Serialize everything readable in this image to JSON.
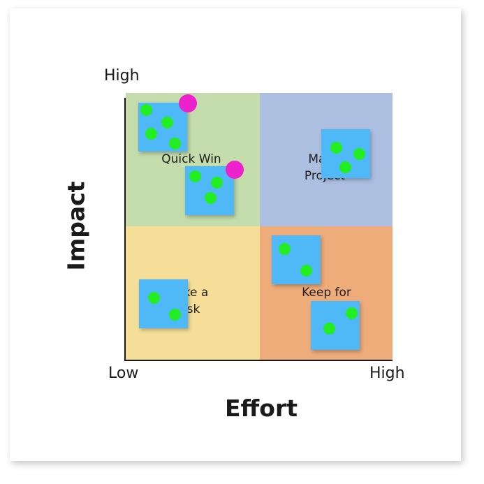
{
  "quadrants": {
    "quick_win": {
      "label": "Quick Win",
      "color": "#c5dcac"
    },
    "major_project": {
      "label": "Major Project",
      "color": "#adbfe0"
    },
    "make_a_task": {
      "label": "Make a Task",
      "color": "#f5df98"
    },
    "keep_for_later": {
      "label": "Keep for later",
      "color": "#efac7b"
    }
  },
  "axes": {
    "y_title": "Impact",
    "y_high": "High",
    "x_title": "Effort",
    "x_low": "Low",
    "x_high": "High"
  },
  "colors": {
    "sticky_note": "#4fb8f7",
    "dot_vote": "#22ee22",
    "pink_vote": "#ee22cc"
  }
}
